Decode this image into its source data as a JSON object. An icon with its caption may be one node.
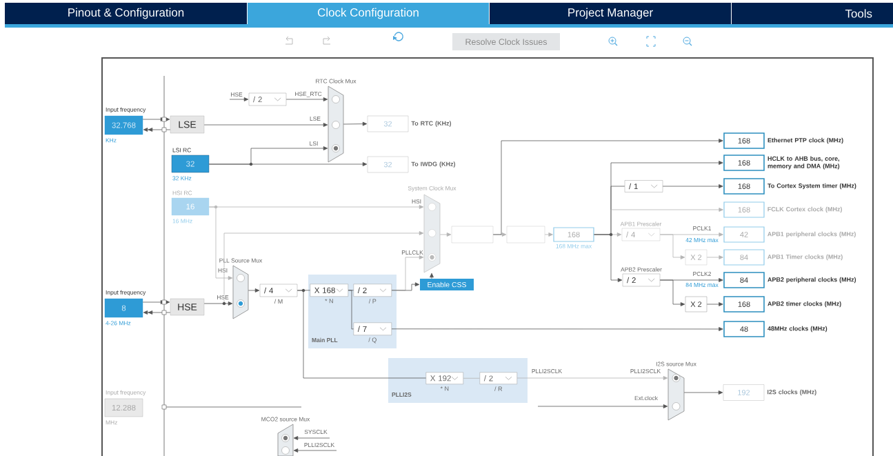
{
  "diagram": {
    "nodes": [
      {
        "text": [
          "Pinout & Configuration"
        ]
      },
      {
        "text": [
          "Clock Configuration"
        ]
      },
      {
        "text": [
          "Project Manager"
        ]
      },
      {
        "text": [
          "Tools"
        ]
      },
      {
        "text": [
          "Resolve Clock Issues"
        ]
      },
      {
        "text": [
          "Input frequency",
          "32.768"
        ],
        "beside": [
          "KHz"
        ]
      },
      {
        "text": [
          "LSE"
        ]
      },
      {
        "text": [
          "LSI RC",
          "32"
        ],
        "beside": [
          "32 KHz"
        ]
      },
      {
        "text": [
          "HSI RC",
          "16"
        ],
        "beside": [
          "16 MHz"
        ]
      },
      {
        "text": [
          "Input frequency",
          "8"
        ],
        "beside": [
          "4-26 MHz"
        ]
      },
      {
        "text": [
          "HSE"
        ]
      },
      {
        "text": [
          "Input frequency",
          "12.288"
        ],
        "beside": [
          "MHz"
        ]
      },
      {
        "text": [
          "/ 2"
        ]
      },
      {
        "text": [
          "RTC Clock Mux"
        ]
      },
      {
        "text": [
          "32"
        ],
        "beside": [
          "To RTC (KHz)"
        ]
      },
      {
        "text": [
          "32"
        ],
        "beside": [
          "To IWDG (KHz)"
        ]
      },
      {
        "text": [
          "System Clock Mux"
        ]
      },
      {
        "text": [
          "PLL Source Mux"
        ]
      },
      {
        "text": [
          "/ 4"
        ],
        "beside": [
          "/ M"
        ]
      },
      {
        "text": [
          "Main PLL"
        ]
      },
      {
        "text": [
          "X 168"
        ],
        "beside": [
          "* N"
        ],
        "in": 19
      },
      {
        "text": [
          "/ 2"
        ],
        "beside": [
          "/ P"
        ],
        "in": 19
      },
      {
        "text": [
          "/ 7"
        ],
        "beside": [
          "/ Q"
        ],
        "in": 19
      },
      {
        "text": [
          "Enable CSS"
        ]
      },
      {
        "text": [
          "PLLI2S"
        ]
      },
      {
        "text": [
          "X 192"
        ],
        "beside": [
          "* N"
        ],
        "in": 24
      },
      {
        "text": [
          "/ 2"
        ],
        "beside": [
          "/ R"
        ],
        "in": 24
      },
      {
        "text": [
          "I2S source Mux"
        ]
      },
      {
        "text": [
          "192"
        ],
        "beside": [
          "I2S clocks (MHz)"
        ]
      },
      {
        "text": [
          "MCO2 source Mux"
        ]
      },
      {
        "text": [],
        "shape": "box"
      },
      {
        "text": [],
        "shape": "box"
      },
      {
        "text": [
          "168"
        ],
        "beside": [
          "168 MHz max"
        ]
      },
      {
        "text": [
          "/ 1"
        ]
      },
      {
        "text": [
          "APB1 Prescaler",
          "/ 4"
        ]
      },
      {
        "text": [
          "X 2"
        ]
      },
      {
        "text": [
          "APB2 Prescaler",
          "/ 2"
        ]
      },
      {
        "text": [
          "X 2"
        ]
      },
      {
        "text": [
          "168"
        ],
        "beside": [
          "Ethernet PTP clock (MHz)"
        ]
      },
      {
        "text": [
          "168"
        ],
        "beside": [
          "HCLK to AHB bus, core, memory and DMA (MHz)"
        ]
      },
      {
        "text": [
          "168"
        ],
        "beside": [
          "To Cortex System timer (MHz)"
        ]
      },
      {
        "text": [
          "168"
        ],
        "beside": [
          "FCLK Cortex clock (MHz)"
        ]
      },
      {
        "text": [
          "42"
        ],
        "beside": [
          "APB1 peripheral clocks (MHz)"
        ]
      },
      {
        "text": [
          "84"
        ],
        "beside": [
          "APB1 Timer clocks (MHz)"
        ]
      },
      {
        "text": [
          "84"
        ],
        "beside": [
          "APB2 peripheral clocks (MHz)"
        ]
      },
      {
        "text": [
          "168"
        ],
        "beside": [
          "APB2 timer clocks (MHz)"
        ]
      },
      {
        "text": [
          "48"
        ],
        "beside": [
          "48MHz clocks (MHz)"
        ]
      }
    ],
    "edges": [
      {
        "from": 5,
        "to": 6,
        "arrow": "to"
      },
      {
        "from": 6,
        "to": 5,
        "arrow": "to"
      },
      {
        "from": null,
        "to": 12,
        "arrow": "to",
        "label": "HSE"
      },
      {
        "from": 12,
        "to": 13,
        "arrow": "to",
        "label": "HSE_RTC"
      },
      {
        "from": 6,
        "to": 13,
        "arrow": "to",
        "label": "LSE"
      },
      {
        "from": 7,
        "to": 13,
        "arrow": "to",
        "label": "LSI"
      },
      {
        "from": 13,
        "to": 14,
        "arrow": "to"
      },
      {
        "from": 7,
        "to": 15,
        "arrow": "to"
      },
      {
        "from": 8,
        "to": 16,
        "arrow": "to",
        "label": "HSI",
        "color": "#b4b4b4"
      },
      {
        "from": 8,
        "to": 17,
        "arrow": "to",
        "label": "HSI",
        "color": "#b4b4b4"
      },
      {
        "from": 9,
        "to": 10,
        "arrow": "to"
      },
      {
        "from": 10,
        "to": 9,
        "arrow": "to"
      },
      {
        "from": 10,
        "to": 17,
        "arrow": "to",
        "label": "HSE"
      },
      {
        "from": 10,
        "to": 16,
        "arrow": "to",
        "color": "#b4b4b4"
      },
      {
        "from": 17,
        "to": 18,
        "arrow": "to"
      },
      {
        "from": 18,
        "to": 20,
        "arrow": "none"
      },
      {
        "from": 20,
        "to": 21,
        "arrow": "none"
      },
      {
        "from": 20,
        "to": 22,
        "arrow": "none"
      },
      {
        "from": 21,
        "to": 16,
        "arrow": "to",
        "label": "PLLCLK",
        "color": "#b4b4b4"
      },
      {
        "from": 21,
        "to": 23,
        "arrow": "to"
      },
      {
        "from": 23,
        "to": 16,
        "arrow": "to"
      },
      {
        "from": 22,
        "to": 46,
        "arrow": "to"
      },
      {
        "from": 18,
        "to": 25,
        "arrow": "none"
      },
      {
        "from": 25,
        "to": 26,
        "arrow": "none",
        "color": "#b4b4b4"
      },
      {
        "from": 26,
        "to": 27,
        "arrow": "to",
        "label": "PLLI2SCLK",
        "color": "#b4b4b4"
      },
      {
        "from": null,
        "to": 27,
        "arrow": "to",
        "label": "Ext.clock"
      },
      {
        "from": 27,
        "to": 28,
        "arrow": "to"
      },
      {
        "from": null,
        "to": 29,
        "arrow": "to",
        "label": "SYSCLK"
      },
      {
        "from": null,
        "to": 29,
        "arrow": "to",
        "label": "PLLI2SCLK"
      },
      {
        "from": 16,
        "to": 30,
        "arrow": "to",
        "color": "#b4b4b4"
      },
      {
        "from": 30,
        "to": 31,
        "arrow": "to",
        "color": "#b4b4b4"
      },
      {
        "from": 31,
        "to": 32,
        "arrow": "to",
        "color": "#b4b4b4"
      },
      {
        "from": 30,
        "to": 38,
        "arrow": "to"
      },
      {
        "from": 32,
        "to": 39,
        "arrow": "to"
      },
      {
        "from": 32,
        "to": 33,
        "arrow": "none"
      },
      {
        "from": 33,
        "to": 40,
        "arrow": "to"
      },
      {
        "from": 32,
        "to": 41,
        "arrow": "to",
        "color": "#b4b4b4"
      },
      {
        "from": 32,
        "to": 34,
        "arrow": "to",
        "color": "#b4b4b4"
      },
      {
        "from": 34,
        "to": 42,
        "arrow": "to",
        "label": "PCLK1",
        "color": "#b4b4b4"
      },
      {
        "from": 34,
        "to": 35,
        "arrow": "to",
        "color": "#b4b4b4"
      },
      {
        "from": 35,
        "to": 43,
        "arrow": "to",
        "color": "#b4b4b4"
      },
      {
        "from": 32,
        "to": 36,
        "arrow": "to"
      },
      {
        "from": 36,
        "to": 44,
        "arrow": "to",
        "label": "PCLK2"
      },
      {
        "from": 36,
        "to": 37,
        "arrow": "to"
      },
      {
        "from": 37,
        "to": 45,
        "arrow": "to"
      }
    ],
    "labels": [
      "42 MHz max",
      "84 MHz max",
      "PLLI2SCLK"
    ]
  }
}
